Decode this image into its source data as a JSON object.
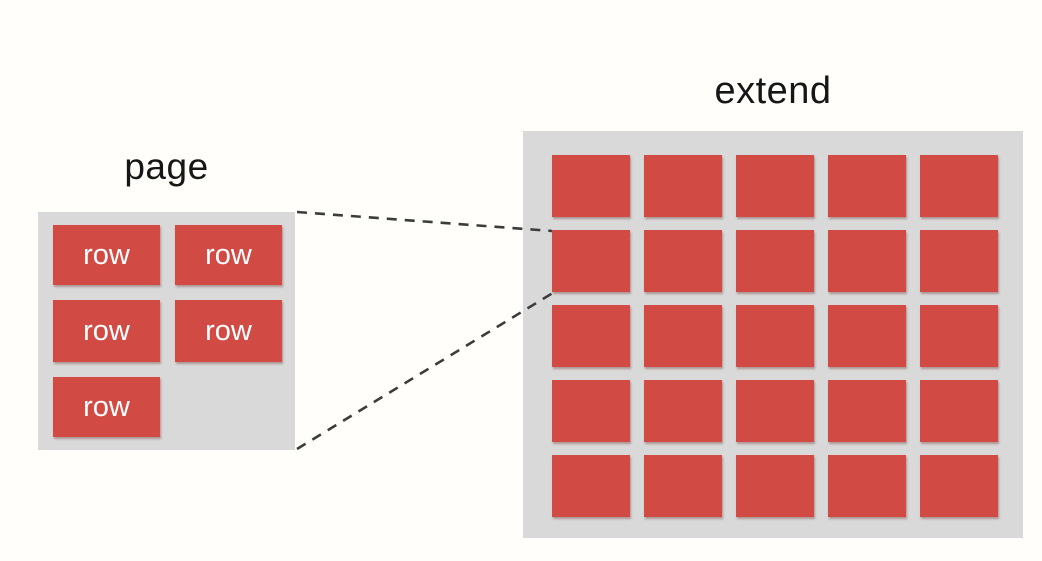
{
  "page_panel": {
    "title": "page",
    "cells": [
      {
        "label": "row"
      },
      {
        "label": "row"
      },
      {
        "label": "row"
      },
      {
        "label": "row"
      },
      {
        "label": "row"
      }
    ]
  },
  "extend_panel": {
    "title": "extend",
    "grid": {
      "rows": 5,
      "cols": 5
    }
  },
  "colors": {
    "background": "#fffefb",
    "panel": "#d9d9d9",
    "cell": "#d14b44",
    "cell_text": "#ffffff",
    "title_text": "#161616",
    "connector": "#3c3c3c"
  }
}
